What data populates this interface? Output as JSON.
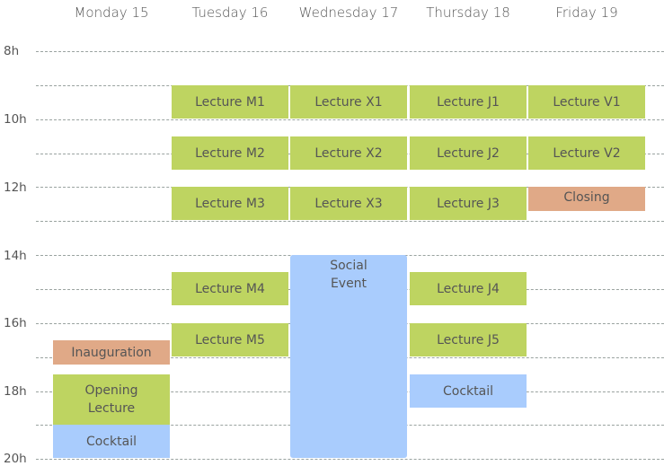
{
  "days": [
    "Monday 15",
    "Tuesday 16",
    "Wednesday 17",
    "Thursday 18",
    "Friday 19"
  ],
  "hours": [
    "8h",
    "10h",
    "12h",
    "14h",
    "16h",
    "18h",
    "20h"
  ],
  "hour_values": [
    8,
    10,
    12,
    14,
    16,
    18,
    20
  ],
  "time_range": {
    "start": 8,
    "end": 20
  },
  "colors": {
    "lecture": "#bed461",
    "ceremony": "#e0a987",
    "social": "#a9ccfd",
    "text": "#555555",
    "gridline": "#9aa3a0"
  },
  "events": [
    {
      "day": 1,
      "start": 9,
      "end": 10,
      "label": "Lecture M1",
      "type": "lecture"
    },
    {
      "day": 2,
      "start": 9,
      "end": 10,
      "label": "Lecture X1",
      "type": "lecture"
    },
    {
      "day": 3,
      "start": 9,
      "end": 10,
      "label": "Lecture J1",
      "type": "lecture"
    },
    {
      "day": 4,
      "start": 9,
      "end": 10,
      "label": "Lecture V1",
      "type": "lecture"
    },
    {
      "day": 1,
      "start": 10.5,
      "end": 11.5,
      "label": "Lecture M2",
      "type": "lecture"
    },
    {
      "day": 2,
      "start": 10.5,
      "end": 11.5,
      "label": "Lecture X2",
      "type": "lecture"
    },
    {
      "day": 3,
      "start": 10.5,
      "end": 11.5,
      "label": "Lecture J2",
      "type": "lecture"
    },
    {
      "day": 4,
      "start": 10.5,
      "end": 11.5,
      "label": "Lecture V2",
      "type": "lecture"
    },
    {
      "day": 1,
      "start": 12,
      "end": 13,
      "label": "Lecture M3",
      "type": "lecture"
    },
    {
      "day": 2,
      "start": 12,
      "end": 13,
      "label": "Lecture X3",
      "type": "lecture"
    },
    {
      "day": 3,
      "start": 12,
      "end": 13,
      "label": "Lecture J3",
      "type": "lecture"
    },
    {
      "day": 4,
      "start": 12,
      "end": 12.75,
      "label": "Closing",
      "type": "ceremony",
      "align": "top"
    },
    {
      "day": 2,
      "start": 14,
      "end": 20,
      "label": "Social Event",
      "type": "social",
      "align": "top",
      "rounded": true
    },
    {
      "day": 1,
      "start": 14.5,
      "end": 15.5,
      "label": "Lecture M4",
      "type": "lecture"
    },
    {
      "day": 3,
      "start": 14.5,
      "end": 15.5,
      "label": "Lecture J4",
      "type": "lecture"
    },
    {
      "day": 1,
      "start": 16,
      "end": 17,
      "label": "Lecture M5",
      "type": "lecture"
    },
    {
      "day": 3,
      "start": 16,
      "end": 17,
      "label": "Lecture J5",
      "type": "lecture"
    },
    {
      "day": 0,
      "start": 16.5,
      "end": 17.25,
      "label": "Inauguration",
      "type": "ceremony"
    },
    {
      "day": 0,
      "start": 17.5,
      "end": 19,
      "label": "Opening Lecture",
      "type": "lecture"
    },
    {
      "day": 3,
      "start": 17.5,
      "end": 18.5,
      "label": "Cocktail",
      "type": "social"
    },
    {
      "day": 0,
      "start": 19,
      "end": 20,
      "label": "Cocktail",
      "type": "social"
    }
  ]
}
